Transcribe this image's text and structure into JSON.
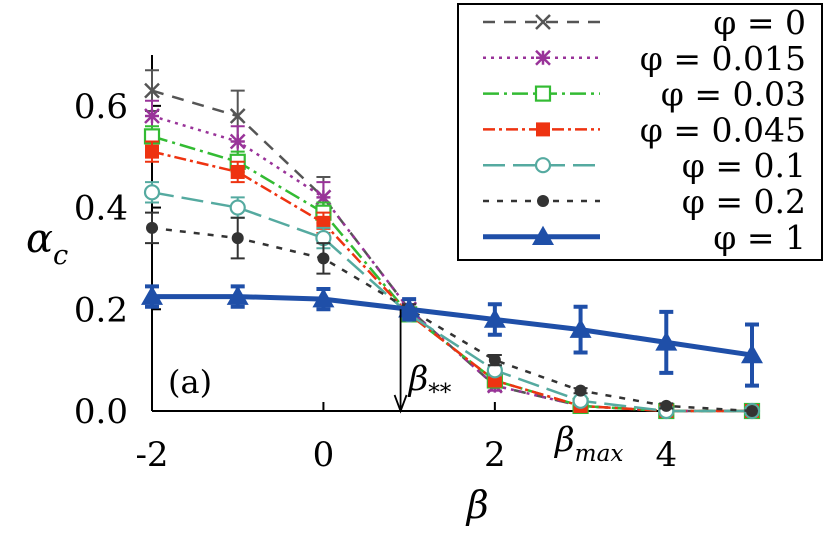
{
  "chart_data": {
    "type": "line",
    "panel_label": "(a)",
    "xlabel": "β",
    "ylabel": "α",
    "ylabel_sub": "c",
    "xlim": [
      -2,
      5
    ],
    "ylim": [
      0,
      0.7
    ],
    "x_ticks": [
      {
        "value": -2,
        "label": "-2"
      },
      {
        "value": 0,
        "label": "0"
      },
      {
        "value": 2,
        "label": "2"
      },
      {
        "value": 4,
        "label": "4"
      }
    ],
    "y_ticks": [
      {
        "value": 0.0,
        "label": "0.0"
      },
      {
        "value": 0.2,
        "label": "0.2"
      },
      {
        "value": 0.4,
        "label": "0.4"
      },
      {
        "value": 0.6,
        "label": "0.6"
      }
    ],
    "legend_position": "top-right",
    "annotations": [
      {
        "id": "beta-star-star",
        "base": "β",
        "sub": "**",
        "x": 0.9,
        "y_from": 0.2,
        "y_to": 0.0
      },
      {
        "id": "beta-max",
        "base": "β",
        "sub": "max",
        "x": 3.6,
        "y": -0.06
      }
    ],
    "series": [
      {
        "name": "φ = 0",
        "color": "#555555",
        "dash": "12,9",
        "width": 2.5,
        "marker": "x",
        "x": [
          -2,
          -1,
          0,
          1,
          2,
          3,
          4,
          5
        ],
        "y": [
          0.63,
          0.58,
          0.42,
          0.2,
          0.05,
          0.01,
          0.0,
          0.0
        ],
        "err": [
          0.04,
          0.05,
          0.04,
          0.01,
          0.01,
          0.005,
          0.0,
          0.0
        ]
      },
      {
        "name": "φ = 0.015",
        "color": "#993399",
        "dash": "3,5",
        "width": 2.5,
        "marker": "asterisk",
        "x": [
          -2,
          -1,
          0,
          1,
          2,
          3,
          4,
          5
        ],
        "y": [
          0.58,
          0.53,
          0.42,
          0.2,
          0.05,
          0.01,
          0.0,
          0.0
        ],
        "err": [
          0.03,
          0.03,
          0.03,
          0.01,
          0.01,
          0.005,
          0.0,
          0.0
        ]
      },
      {
        "name": "φ = 0.03",
        "color": "#33bb33",
        "dash": "16,5,3,5",
        "width": 2.5,
        "marker": "square-open",
        "x": [
          -2,
          -1,
          0,
          1,
          2,
          3,
          4,
          5
        ],
        "y": [
          0.54,
          0.49,
          0.39,
          0.19,
          0.06,
          0.01,
          0.0,
          0.0
        ],
        "err": [
          0.02,
          0.02,
          0.02,
          0.01,
          0.01,
          0.005,
          0.0,
          0.0
        ]
      },
      {
        "name": "φ = 0.045",
        "color": "#ee3311",
        "dash": "12,4,3,4",
        "width": 2.5,
        "marker": "square",
        "x": [
          -2,
          -1,
          0,
          1,
          2,
          3,
          4,
          5
        ],
        "y": [
          0.51,
          0.47,
          0.37,
          0.19,
          0.06,
          0.01,
          0.0,
          0.0
        ],
        "err": [
          0.02,
          0.02,
          0.02,
          0.01,
          0.01,
          0.005,
          0.0,
          0.0
        ]
      },
      {
        "name": "φ = 0.1",
        "color": "#55aaa0",
        "dash": "22,8",
        "width": 2.5,
        "marker": "circle-open",
        "x": [
          -2,
          -1,
          0,
          1,
          2,
          3,
          4,
          5
        ],
        "y": [
          0.43,
          0.4,
          0.34,
          0.19,
          0.08,
          0.02,
          0.0,
          0.0
        ],
        "err": [
          0.02,
          0.02,
          0.02,
          0.01,
          0.01,
          0.005,
          0.0,
          0.0
        ]
      },
      {
        "name": "φ = 0.2",
        "color": "#333333",
        "dash": "6,8",
        "width": 2.5,
        "marker": "circle",
        "x": [
          -2,
          -1,
          0,
          1,
          2,
          3,
          4,
          5
        ],
        "y": [
          0.36,
          0.34,
          0.3,
          0.2,
          0.1,
          0.04,
          0.01,
          0.0
        ],
        "err": [
          0.03,
          0.04,
          0.03,
          0.01,
          0.01,
          0.005,
          0.005,
          0.0
        ]
      },
      {
        "name": "φ = 1",
        "color": "#1f4fa8",
        "dash": "",
        "width": 5,
        "marker": "triangle",
        "x": [
          -2,
          -1,
          0,
          1,
          2,
          3,
          4,
          5
        ],
        "y": [
          0.225,
          0.225,
          0.22,
          0.2,
          0.18,
          0.16,
          0.135,
          0.11
        ],
        "err": [
          0.02,
          0.02,
          0.02,
          0.02,
          0.03,
          0.045,
          0.06,
          0.06
        ]
      }
    ]
  }
}
